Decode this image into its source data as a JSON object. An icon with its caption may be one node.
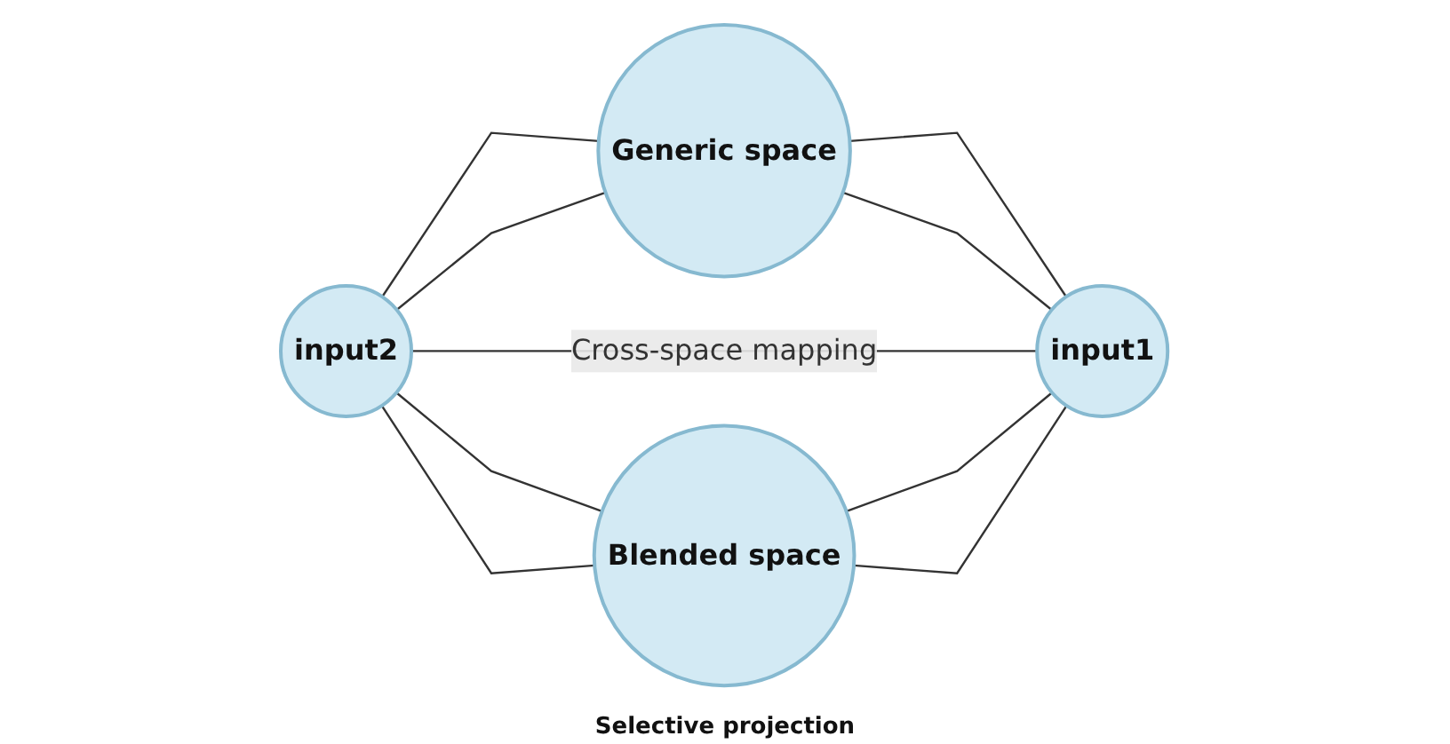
{
  "diagram": {
    "nodes": [
      {
        "text": [
          "Generic space"
        ]
      },
      {
        "text": [
          "input2"
        ]
      },
      {
        "text": [
          "input1"
        ]
      },
      {
        "text": [
          "Blended space"
        ]
      }
    ],
    "edges": [
      {
        "from": 1,
        "to": 0,
        "arrow": "none"
      },
      {
        "from": 1,
        "to": 0,
        "arrow": "none"
      },
      {
        "from": 0,
        "to": 2,
        "arrow": "none"
      },
      {
        "from": 0,
        "to": 2,
        "arrow": "none"
      },
      {
        "from": 1,
        "to": 2,
        "arrow": "none",
        "label": "Cross-space mapping"
      },
      {
        "from": 1,
        "to": 3,
        "arrow": "none"
      },
      {
        "from": 1,
        "to": 3,
        "arrow": "none"
      },
      {
        "from": 3,
        "to": 2,
        "arrow": "none"
      },
      {
        "from": 3,
        "to": 2,
        "arrow": "none"
      }
    ],
    "labels": [
      "Selective projection"
    ]
  }
}
